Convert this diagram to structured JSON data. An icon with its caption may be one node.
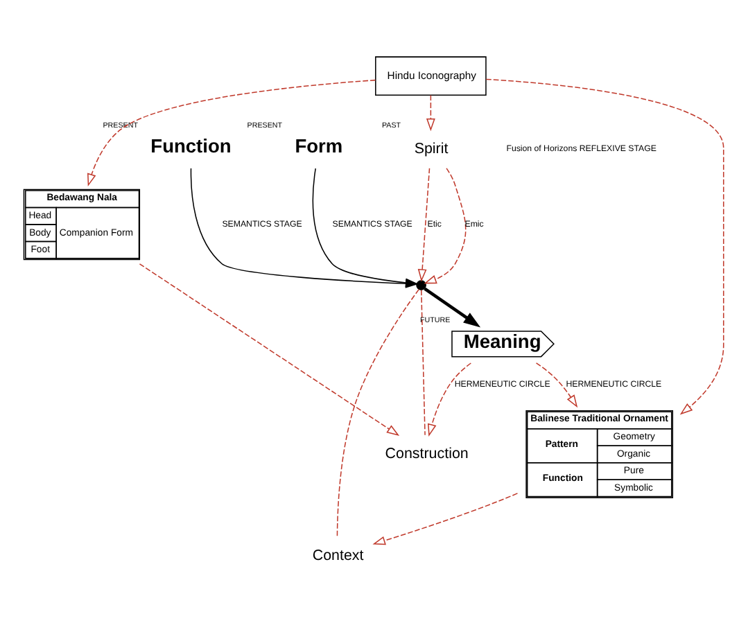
{
  "diagram": {
    "nodes": [
      {
        "text": [
          "Function"
        ],
        "beside": [
          "PRESENT"
        ]
      },
      {
        "text": [
          "Hindu Iconography"
        ]
      },
      {
        "text": [
          "Bedawang Nala",
          "Head",
          "Body",
          "Foot",
          "Companion Form"
        ]
      },
      {
        "text": [
          "Spirit"
        ],
        "beside": [
          "PAST"
        ]
      },
      {
        "text": [
          "Construction"
        ]
      },
      {
        "text": [],
        "shape": "circle"
      },
      {
        "text": [
          "Form"
        ],
        "beside": [
          "PRESENT"
        ]
      },
      {
        "text": [
          "Meaning"
        ],
        "beside": [
          "FUTURE"
        ]
      },
      {
        "text": [
          "Context"
        ]
      },
      {
        "text": [
          "Balinese Traditional Ornament",
          "Pattern",
          "Geometry",
          "Organic",
          "Function",
          "Pure",
          "Symbolic"
        ]
      }
    ],
    "edges": [
      {
        "from": 0,
        "to": 5,
        "arrow": "to",
        "label": "SEMANTICS STAGE",
        "color": "#000000"
      },
      {
        "from": 6,
        "to": 5,
        "arrow": "to",
        "label": "SEMANTICS STAGE",
        "color": "#000000"
      },
      {
        "from": 5,
        "to": 7,
        "arrow": "to",
        "style": "thick",
        "color": "#000000"
      },
      {
        "from": 3,
        "to": 5,
        "arrow": "to",
        "label": "Emic",
        "style": "dashed"
      },
      {
        "from": 3,
        "to": 5,
        "arrow": "to",
        "label": "Etic",
        "style": "dashed"
      },
      {
        "from": 5,
        "to": 4,
        "arrow": "none",
        "style": "dashed"
      },
      {
        "from": 5,
        "to": 8,
        "arrow": "none",
        "style": "dashed"
      },
      {
        "from": 1,
        "to": 3,
        "arrow": "to",
        "style": "dashed"
      },
      {
        "from": 1,
        "to": 2,
        "arrow": "to",
        "style": "dashed"
      },
      {
        "from": 1,
        "to": 9,
        "arrow": "to",
        "style": "dashed"
      },
      {
        "from": 2,
        "to": 4,
        "arrow": "to",
        "style": "dashed"
      },
      {
        "from": 7,
        "to": 4,
        "arrow": "to",
        "label": "HERMENEUTIC CIRCLE",
        "style": "dashed"
      },
      {
        "from": 7,
        "to": 9,
        "arrow": "to",
        "label": "HERMENEUTIC CIRCLE",
        "style": "dashed"
      },
      {
        "from": 9,
        "to": 8,
        "arrow": "to",
        "style": "dashed"
      }
    ],
    "labels": [
      "Fusion of Horizons REFLEXIVE STAGE"
    ]
  }
}
